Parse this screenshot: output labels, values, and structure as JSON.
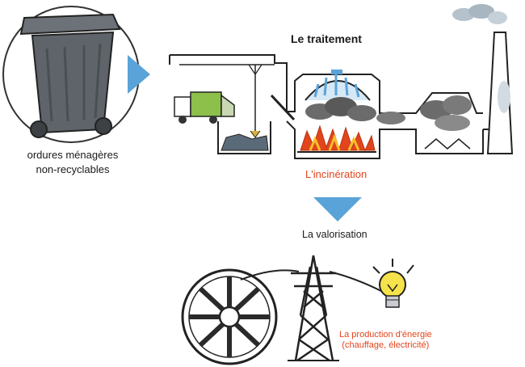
{
  "waste": {
    "line1": "ordures ménagères",
    "line2": "non-recyclables"
  },
  "treatment": {
    "title": "Le traitement",
    "incineration": "L'incinération"
  },
  "valorisation": {
    "title": "La valorisation",
    "energy_line1": "La production d'énergie",
    "energy_line2": "(chauffage, électricité)"
  },
  "colors": {
    "arrow": "#5aa3d8",
    "accent": "#e2451c",
    "outline": "#222222",
    "smoke": "#6b6b6b",
    "truck": "#8cc04a",
    "bulb": "#f6e24a"
  },
  "icons": [
    "waste-bin-icon",
    "garbage-truck-icon",
    "incinerator-icon",
    "chimney-icon",
    "turbine-icon",
    "pylon-icon",
    "light-bulb-icon"
  ]
}
